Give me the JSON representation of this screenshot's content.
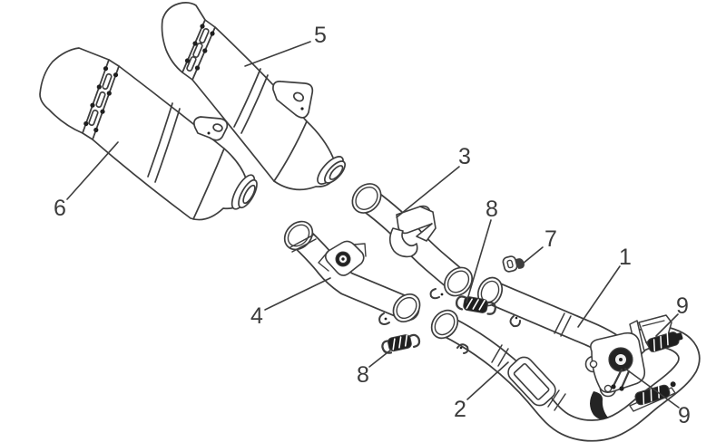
{
  "colors": {
    "background": "#ffffff",
    "line": "#3e3e3e",
    "dark_fill": "#1f1f1f"
  },
  "callouts": {
    "c1": {
      "text": "1"
    },
    "c2": {
      "text": "2"
    },
    "c3": {
      "text": "3"
    },
    "c4": {
      "text": "4"
    },
    "c5": {
      "text": "5"
    },
    "c6": {
      "text": "6"
    },
    "c7": {
      "text": "7"
    },
    "c8a": {
      "text": "8"
    },
    "c8b": {
      "text": "8"
    },
    "c9a": {
      "text": "9"
    },
    "c9b": {
      "text": "9"
    }
  }
}
